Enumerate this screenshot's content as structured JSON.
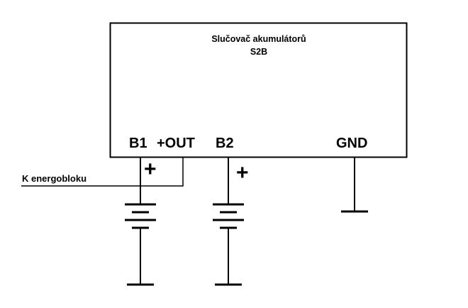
{
  "module": {
    "title": "Slučovač akumulátorů",
    "subtitle": "S2B"
  },
  "terminals": {
    "b1": "B1",
    "out": "+OUT",
    "b2": "B2",
    "gnd": "GND"
  },
  "external_label": "K energobloku",
  "polarity": {
    "battery1": "+",
    "battery2": "+"
  },
  "colors": {
    "line": "#000000",
    "background": "#ffffff"
  }
}
